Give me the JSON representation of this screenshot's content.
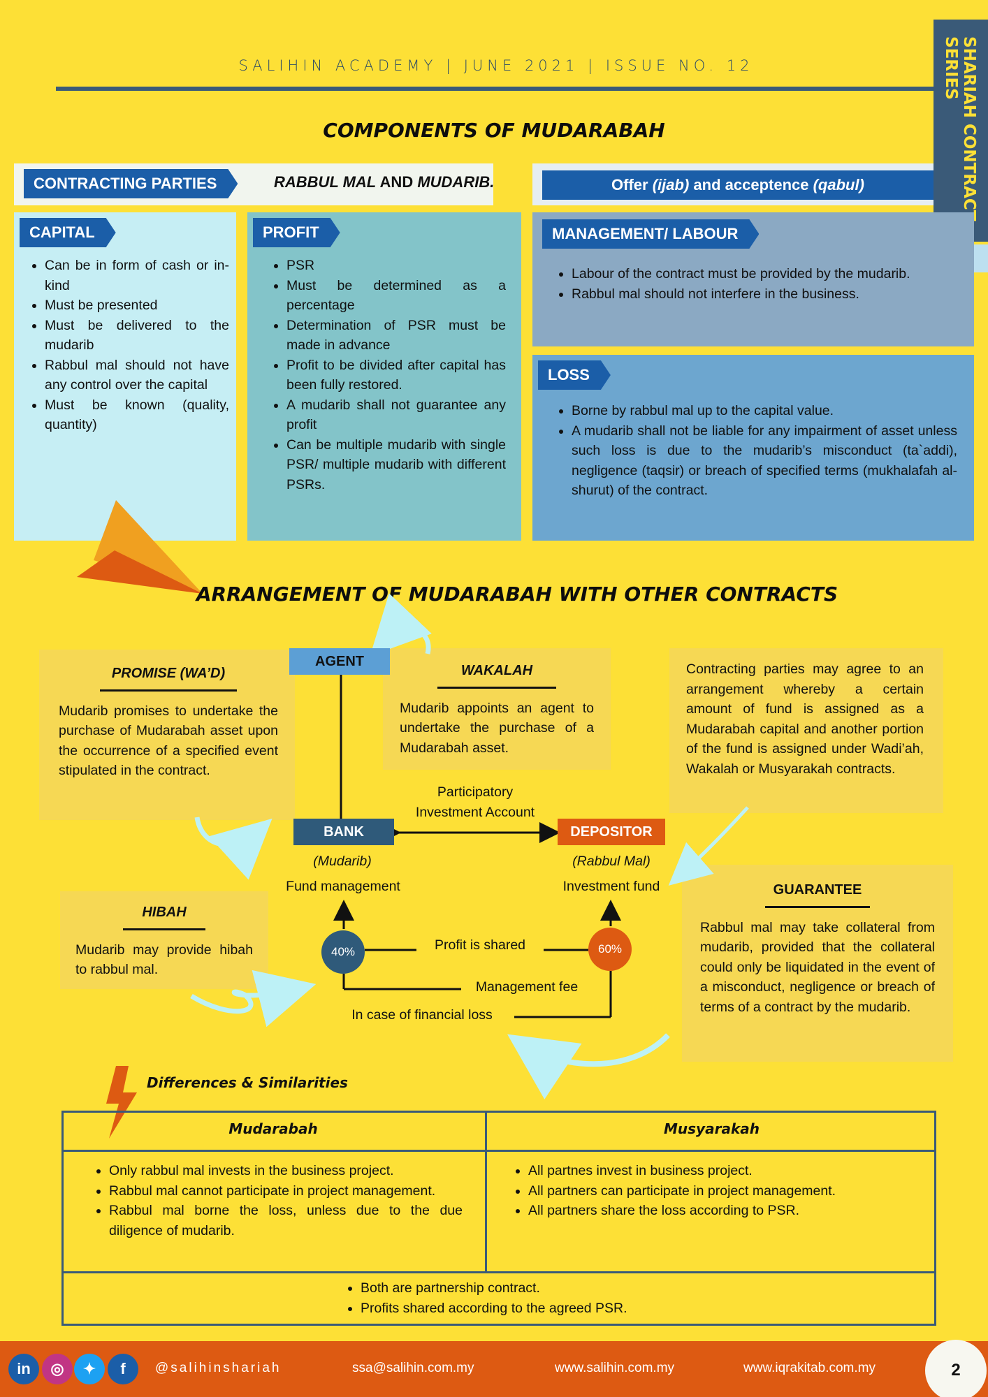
{
  "header": {
    "issue_line": "SALIHIN ACADEMY | JUNE 2021 | ISSUE NO. 12",
    "series_tab": "SHARIAH CONTRACT SERIES",
    "series_number": "2"
  },
  "components": {
    "title": "COMPONENTS OF MUDARABAH",
    "contracting_parties": {
      "label": "CONTRACTING PARTIES",
      "value_part1": "RABBUL MAL",
      "value_part2": " AND ",
      "value_part3": "MUDARIB."
    },
    "offer": {
      "part1": "Offer ",
      "part2": "(ijab)",
      "part3": " and acceptence ",
      "part4": "(qabul)"
    },
    "capital": {
      "label": "CAPITAL",
      "items": [
        "Can be in form of cash or in-kind",
        "Must be presented",
        "Must be delivered to the mudarib",
        "Rabbul mal should not have any control over the capital",
        "Must be known (quality, quantity)"
      ]
    },
    "profit": {
      "label": "PROFIT",
      "items": [
        "PSR",
        "Must be determined as a percentage",
        "Determination of PSR must be made in advance",
        "Profit to be divided after capital has been fully restored.",
        "A mudarib shall not guarantee any profit",
        "Can be multiple mudarib with single PSR/ multiple mudarib with different PSRs."
      ]
    },
    "management": {
      "label": "MANAGEMENT/ LABOUR",
      "items": [
        "Labour of the contract must be provided by the mudarib.",
        "Rabbul mal should not interfere in the business."
      ]
    },
    "loss": {
      "label": "LOSS",
      "items": [
        "Borne by rabbul mal up to the capital value.",
        "A mudarib shall not be liable for any impairment of asset unless such loss is due to the mudarib’s misconduct (ta`addi), negligence (taqsir) or breach of specified terms (mukhalafah al-shurut) of the contract."
      ]
    }
  },
  "arrangement": {
    "title": "ARRANGEMENT OF MUDARABAH WITH OTHER CONTRACTS",
    "promise": {
      "title": "PROMISE (WA’D)",
      "text": "Mudarib promises to undertake the purchase of Mudarabah asset upon the occurrence of a specified event stipulated in the contract."
    },
    "wakalah": {
      "title": "WAKALAH",
      "text": "Mudarib appoints an agent to undertake the purchase of a Mudarabah asset."
    },
    "contract_note": "Contracting parties may agree to an arrangement whereby a certain amount of fund is assigned as a Mudarabah capital and another portion of the fund is assigned under Wadi’ah, Wakalah or Musyarakah contracts.",
    "hibah": {
      "title": "HIBAH",
      "text": "Mudarib may provide hibah to rabbul mal."
    },
    "guarantee": {
      "title": "GUARANTEE",
      "text": "Rabbul mal may take collateral from mudarib, provided that the collateral could only be liquidated in the event of a misconduct, negligence or breach of terms of a contract by the mudarib."
    },
    "flow": {
      "agent": "AGENT",
      "bank": "BANK",
      "depositor": "DEPOSITOR",
      "pia_line1": "Participatory",
      "pia_line2": "Investment Account",
      "mudarib": "(Mudarib)",
      "rabbul_mal": "(Rabbul Mal)",
      "fund_management": "Fund management",
      "investment_fund": "Investment fund",
      "bank_share": "40%",
      "depositor_share": "60%",
      "profit_shared": "Profit is shared",
      "management_fee": "Management fee",
      "financial_loss": "In case of financial loss"
    }
  },
  "differences": {
    "title": "Differences & Similarities",
    "col1": "Mudarabah",
    "col2": "Musyarakah",
    "mudarabah_items": [
      "Only rabbul mal invests in the business project.",
      "Rabbul mal cannot participate in project management.",
      "Rabbul mal borne the loss, unless due to the due diligence of mudarib."
    ],
    "musyarakah_items": [
      "All partnes invest in business project.",
      "All partners can participate in project management.",
      "All partners share the loss according to PSR."
    ],
    "both_items": [
      "Both are partnership contract.",
      "Profits shared according to the agreed PSR."
    ]
  },
  "footer": {
    "icons": [
      "linkedin-icon",
      "instagram-icon",
      "twitter-icon",
      "facebook-icon"
    ],
    "handle": "@salihinshariah",
    "email": "ssa@salihin.com.my",
    "website1": "www.salihin.com.my",
    "website2": "www.iqrakitab.com.my",
    "page_number": "2"
  },
  "colors": {
    "background": "#fde036",
    "navy": "#3a5a78",
    "blue_tag": "#1b5ea8",
    "orange": "#dd5a12",
    "capital_panel": "#c6eef4",
    "profit_panel": "#83c4c9",
    "management_panel": "#8ba9c3",
    "loss_panel": "#6da6cf"
  }
}
